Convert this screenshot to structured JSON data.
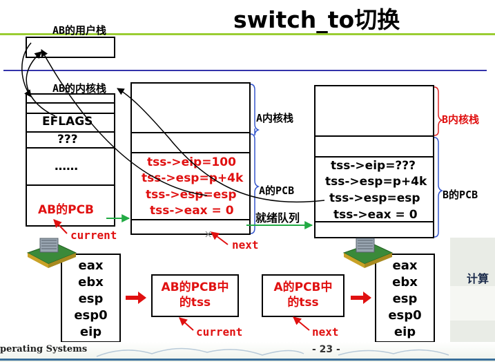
{
  "title": "switch_to切换",
  "footer": {
    "course": "perating Systems",
    "page": "- 23 -"
  },
  "ab_user_stack": {
    "label": "AB的用户栈"
  },
  "ab_kernel_stack": {
    "label": "AB的内核栈",
    "rows": [
      "EFLAGS",
      "???",
      "……"
    ],
    "pcb": "AB的PCB"
  },
  "a_pcb": {
    "stack_label": "A内核栈",
    "pcb_label": "A的PCB",
    "lines": [
      "tss->eip=100",
      "tss->esp=p+4k",
      "tss->esp=esp",
      "tss->eax = 0"
    ]
  },
  "b_pcb": {
    "stack_label": "B内核栈",
    "pcb_label": "B的PCB",
    "lines": [
      "tss->eip=???",
      "tss->esp=p+4k",
      "tss->esp=esp",
      "tss->eax = 0"
    ]
  },
  "ready_queue": "就绪队列",
  "pointers": {
    "current_top": "current",
    "next_top": "next",
    "current_bottom": "current",
    "next_bottom": "next"
  },
  "registers_left": [
    "eax",
    "ebx",
    "esp",
    "esp0",
    "eip"
  ],
  "registers_right": [
    "eax",
    "ebx",
    "esp",
    "esp0",
    "eip"
  ],
  "tss_boxes": {
    "ab": [
      "AB的PCB中",
      "的tss"
    ],
    "a": [
      "A的PCB中",
      "的tss"
    ]
  },
  "side_photo": {
    "text": "计算"
  },
  "colors": {
    "accent_red": "#e01010",
    "divider_blue": "#3333aa",
    "header_rule": "#9acd32",
    "arrow_green": "#22aa44",
    "bracket_blue": "#3355cc",
    "bracket_red": "#dd2222"
  }
}
